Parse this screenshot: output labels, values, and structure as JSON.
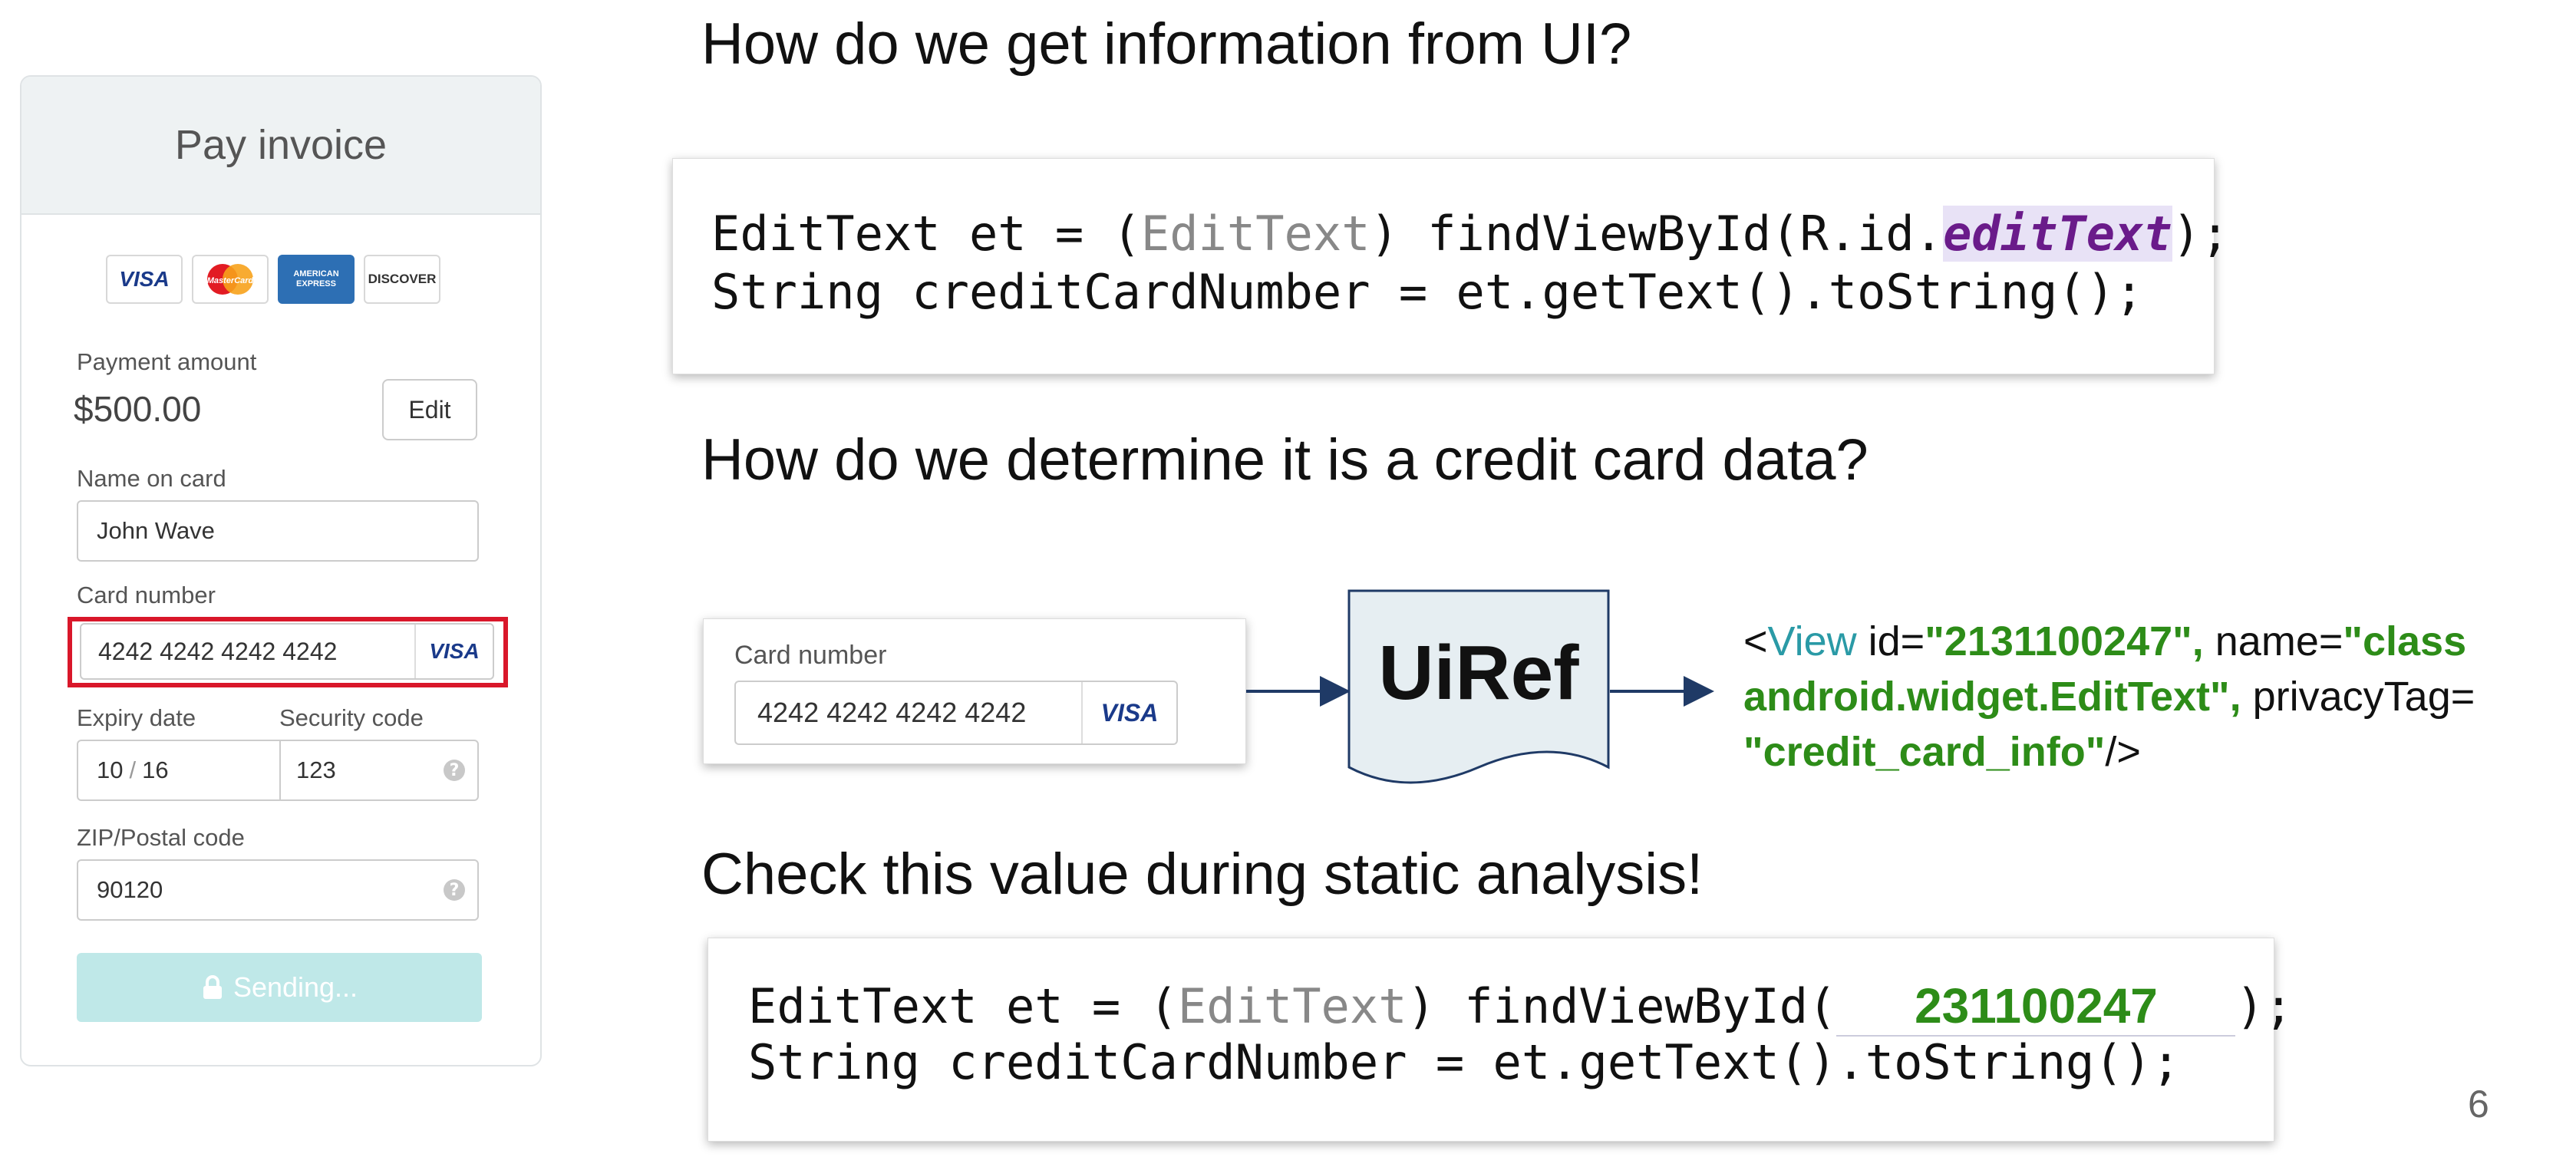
{
  "form": {
    "title": "Pay invoice",
    "card_logos": [
      "VISA",
      "MasterCard",
      "AMERICAN EXPRESS",
      "DISCOVER"
    ],
    "payment_amount_label": "Payment amount",
    "payment_amount": "$500.00",
    "edit_label": "Edit",
    "name_label": "Name on card",
    "name_value": "John Wave",
    "card_label": "Card number",
    "card_value": "4242 4242 4242 4242",
    "card_brand": "VISA",
    "expiry_label": "Expiry date",
    "expiry_month": "10",
    "expiry_sep": "/",
    "expiry_year": "16",
    "security_label": "Security code",
    "security_value": "123",
    "zip_label": "ZIP/Postal code",
    "zip_value": "90120",
    "send_label": "Sending..."
  },
  "slide": {
    "heading1": "How do we get information from UI?",
    "code1": {
      "l1_a": "EditText et = (",
      "l1_b": "EditText",
      "l1_c": ") findViewById(R.id.",
      "l1_d": "editText",
      "l1_e": ");",
      "l2": "String creditCardNumber = et.getText().toString();"
    },
    "heading2": "How do we determine it is a credit card data?",
    "mini_card_label": "Card number",
    "mini_card_value": "4242 4242 4242 4242",
    "mini_card_brand": "VISA",
    "uiref_label": "UiRef",
    "xml": {
      "open": "<",
      "view": "View",
      "id_attr": " id=",
      "id_val": "\"2131100247\",",
      "name_attr": " name=",
      "name_val_1": "\"class",
      "name_val_2": "android.widget.EditText\",",
      "privacy_attr": " privacyTag=",
      "privacy_val": "\"credit_card_info\"",
      "close": "/>"
    },
    "heading3": "Check this value during static analysis!",
    "code2": {
      "l1_a": "EditText et = (",
      "l1_b": "EditText",
      "l1_c": ") findViewById(",
      "l1_val": "231100247",
      "l1_d": ");",
      "l2": "String creditCardNumber = et.getText().toString();"
    },
    "page_number": "6"
  },
  "colors": {
    "highlight_red": "#d9172a",
    "code_green": "#2d8c18",
    "keyword_purple": "#6a1b8a",
    "uiref_fill": "#e6eef2",
    "arrow_navy": "#1f3a66",
    "send_button": "#bfe8e8"
  }
}
